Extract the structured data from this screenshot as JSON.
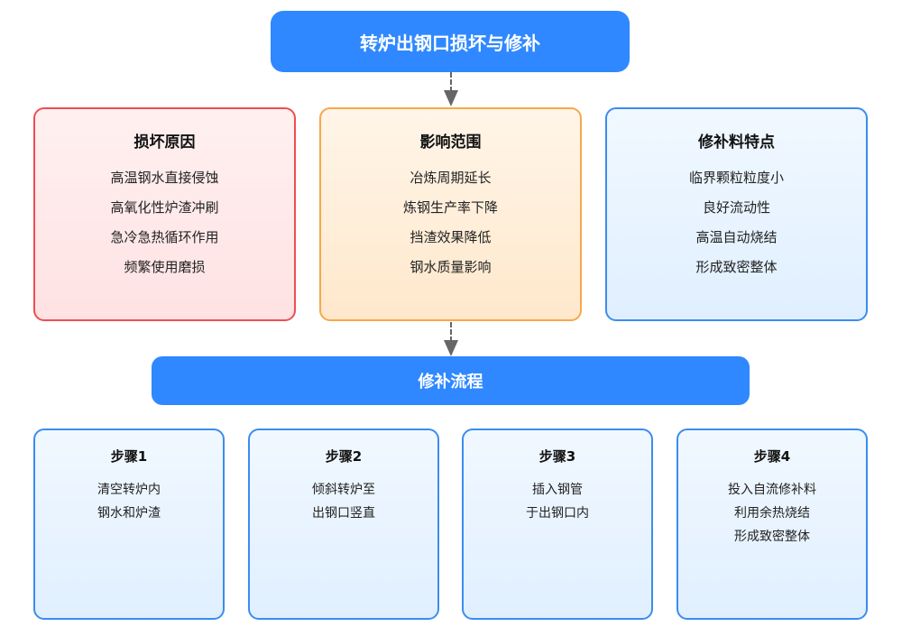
{
  "title": "转炉出钢口损坏与修补",
  "categories": [
    {
      "heading": "损坏原因",
      "items": [
        "高温钢水直接侵蚀",
        "高氧化性炉渣冲刷",
        "急冷急热循环作用",
        "频繁使用磨损"
      ]
    },
    {
      "heading": "影响范围",
      "items": [
        "冶炼周期延长",
        "炼钢生产率下降",
        "挡渣效果降低",
        "钢水质量影响"
      ]
    },
    {
      "heading": "修补料特点",
      "items": [
        "临界颗粒粒度小",
        "良好流动性",
        "高温自动烧结",
        "形成致密整体"
      ]
    }
  ],
  "process_title": "修补流程",
  "steps": [
    {
      "heading": "步骤1",
      "items": [
        "清空转炉内",
        "钢水和炉渣"
      ]
    },
    {
      "heading": "步骤2",
      "items": [
        "倾斜转炉至",
        "出钢口竖直"
      ]
    },
    {
      "heading": "步骤3",
      "items": [
        "插入钢管",
        "于出钢口内"
      ]
    },
    {
      "heading": "步骤4",
      "items": [
        "投入自流修补料",
        "利用余热烧结",
        "形成致密整体"
      ]
    }
  ],
  "colors": {
    "primary": "#2f88ff",
    "red": "#ee4e52",
    "orange": "#f7a84a",
    "blue": "#3b8cf0"
  }
}
